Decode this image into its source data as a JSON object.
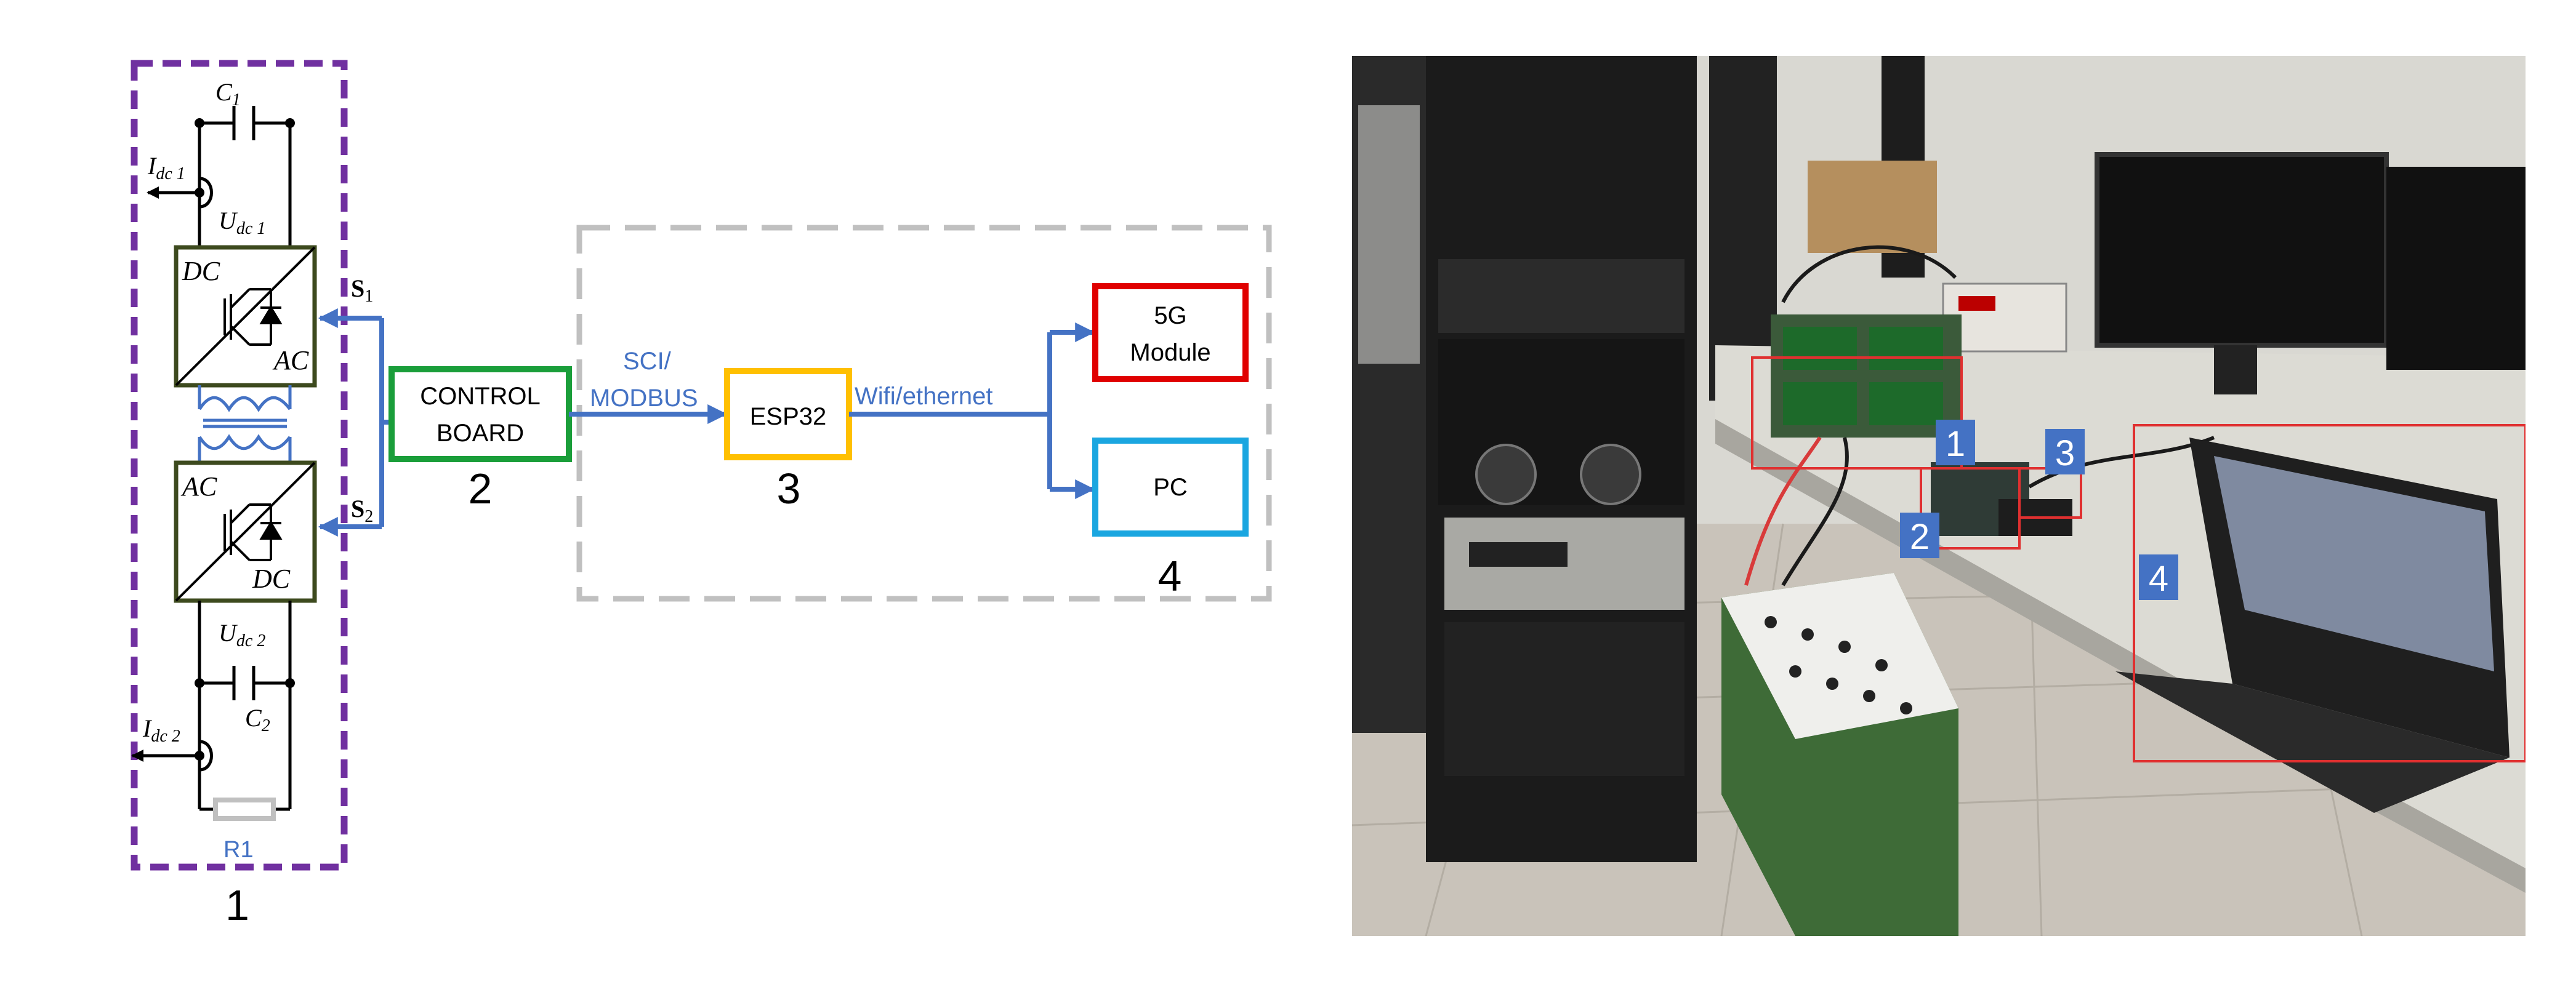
{
  "circuit": {
    "c1": "C",
    "c1_sub": "1",
    "idc1": "I",
    "idc1_sub": "dc 1",
    "udc1": "U",
    "udc1_sub": "dc 1",
    "dc_top": "DC",
    "ac_top": "AC",
    "ac_bottom": "AC",
    "dc_bottom": "DC",
    "udc2": "U",
    "udc2_sub": "dc 2",
    "c2": "C",
    "c2_sub": "2",
    "idc2": "I",
    "idc2_sub": "dc 2",
    "r1": "R1",
    "s1": "S",
    "s1_sub": "1",
    "s2": "S",
    "s2_sub": "2",
    "block_number": "1"
  },
  "control_board": {
    "line1": "CONTROL",
    "line2": "BOARD",
    "number": "2"
  },
  "link_sci": {
    "line1": "SCI/",
    "line2": "MODBUS"
  },
  "esp32": {
    "label": "ESP32",
    "number": "3"
  },
  "link_wifi": {
    "label": "Wifi/ethernet"
  },
  "module_5g": {
    "line1": "5G",
    "line2": "Module"
  },
  "pc": {
    "label": "PC"
  },
  "group_number": "4",
  "photo": {
    "tag1": "1",
    "tag2": "2",
    "tag3": "3",
    "tag4": "4"
  },
  "colors": {
    "purple": "#7030a0",
    "green": "#1a9e3a",
    "yellow": "#ffc000",
    "red": "#e00000",
    "cyan": "#1aa6e0",
    "blue_link": "#4472c4",
    "gray_dash": "#c0c0c0",
    "converter_border": "#3d4a1e",
    "tag_blue": "#4472c4"
  }
}
